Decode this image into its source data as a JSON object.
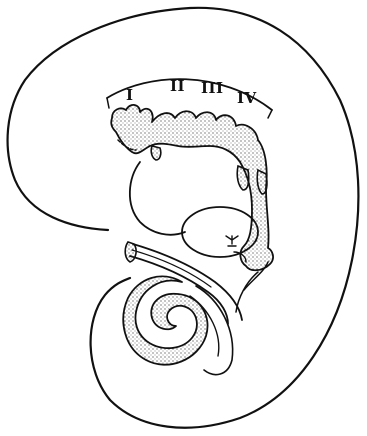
{
  "diagram": {
    "segment_labels": [
      {
        "id": "segment-1",
        "text": "I"
      },
      {
        "id": "segment-2",
        "text": "II"
      },
      {
        "id": "segment-3",
        "text": "III"
      },
      {
        "id": "segment-4",
        "text": "IV"
      }
    ],
    "colors": {
      "ink": "#111111",
      "background": "#ffffff",
      "stipple": "#333333"
    }
  }
}
